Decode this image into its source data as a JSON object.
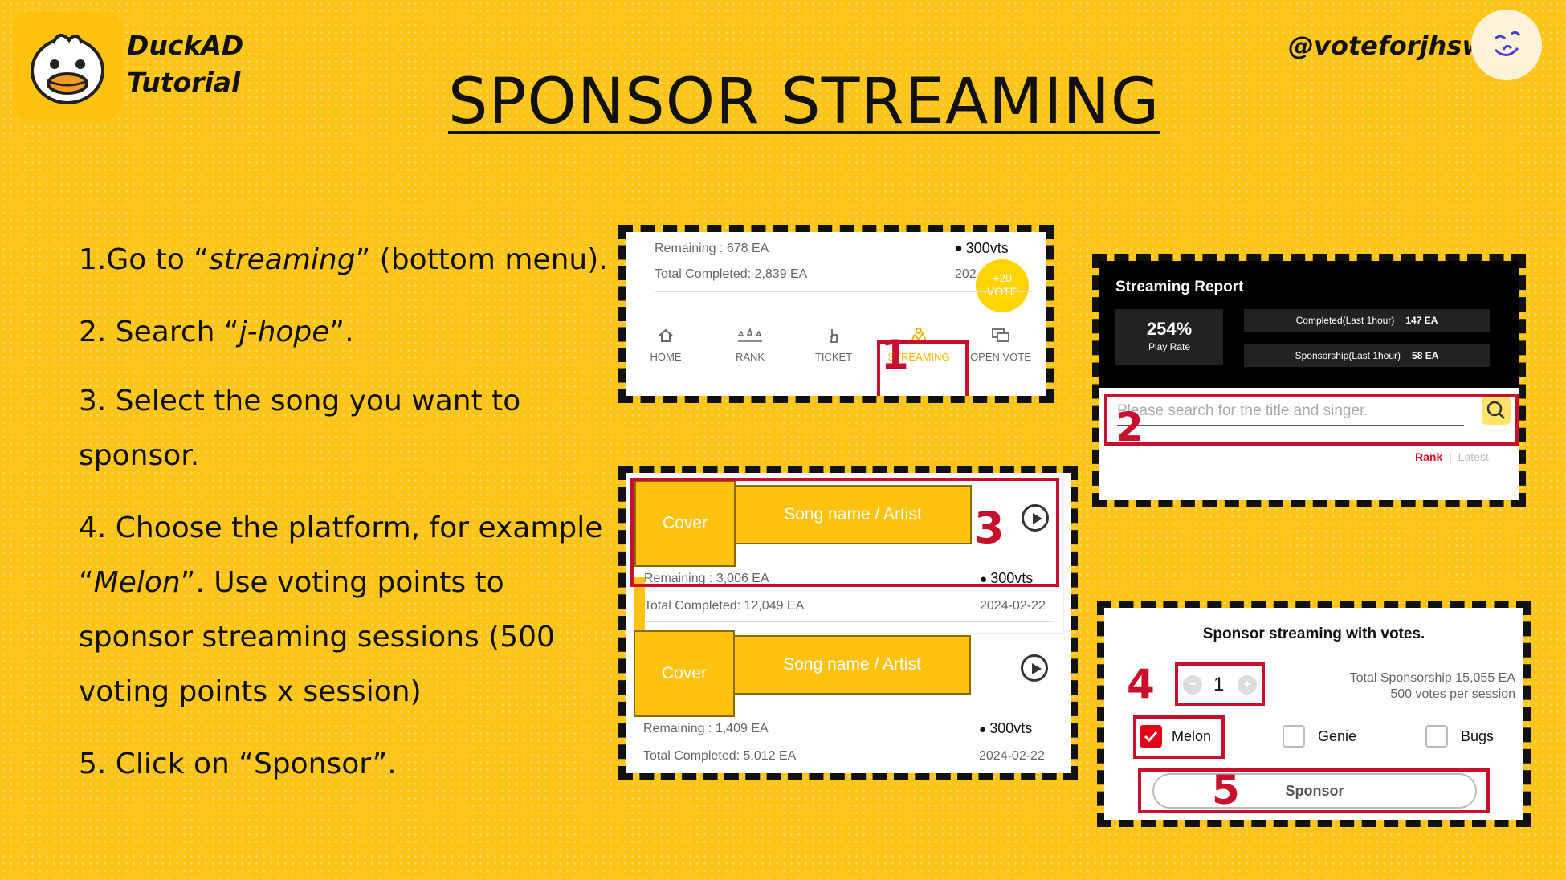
{
  "header": {
    "brand_line1": "DuckAD",
    "brand_line2": "Tutorial",
    "handle": "@voteforjhsw",
    "title": "SPONSOR STREAMING"
  },
  "steps": [
    {
      "pre": "1.Go to “",
      "em": "streaming",
      "post": "” (bottom menu)."
    },
    {
      "pre": "2. Search “",
      "em": "j-hope",
      "post": "”."
    },
    {
      "line1": "3. Select the song you want to",
      "line2": "sponsor."
    },
    {
      "line1": "4. Choose the platform, for example",
      "line2_pre": "“",
      "line2_em": "Melon",
      "line2_post": "”. Use voting points to",
      "line3": "sponsor streaming sessions (500",
      "line4": "voting points x session)"
    },
    {
      "text": "5. Click on “Sponsor”."
    }
  ],
  "panel1": {
    "remaining": "Remaining : 678 EA",
    "votes": "300vts",
    "total": "Total Completed: 2,839 EA",
    "date_partial": "202",
    "bonus_line1": "+20",
    "bonus_line2": "VOTE",
    "marker": "1",
    "nav": [
      "HOME",
      "RANK",
      "TICKET",
      "STREAMING",
      "OPEN VOTE"
    ]
  },
  "panel2": {
    "report_title": "Streaming Report",
    "play_rate_value": "254%",
    "play_rate_label": "Play Rate",
    "completed_label": "Completed(Last 1hour)",
    "completed_value": "147 EA",
    "sponsorship_label": "Sponsorship(Last 1hour)",
    "sponsorship_value": "58 EA",
    "search_placeholder": "Please search for the title and singer.",
    "marker": "2",
    "sort_rank": "Rank",
    "sort_sep": "|",
    "sort_latest": "Latest"
  },
  "panel3": {
    "marker": "3",
    "songs": [
      {
        "cover": "Cover",
        "title": "Song name / Artist",
        "remaining": "Remaining : 3,006 EA",
        "votes": "300vts",
        "total": "Total Completed: 12,049 EA",
        "date": "2024-02-22"
      },
      {
        "cover": "Cover",
        "title": "Song name / Artist",
        "remaining": "Remaining : 1,409 EA",
        "votes": "300vts",
        "total": "Total Completed: 5,012 EA",
        "date": "2024-02-22"
      }
    ]
  },
  "panel4": {
    "heading": "Sponsor streaming with votes.",
    "marker4": "4",
    "quantity": "1",
    "total_sponsorship": "Total Sponsorship 15,055 EA",
    "per_session": "500 votes per session",
    "platforms": [
      "Melon",
      "Genie",
      "Bugs"
    ],
    "marker5": "5",
    "sponsor_button": "Sponsor"
  },
  "colors": {
    "background": "#fdc51a",
    "accent_red": "#c8102e",
    "brand_yellow": "#ffc20e"
  }
}
